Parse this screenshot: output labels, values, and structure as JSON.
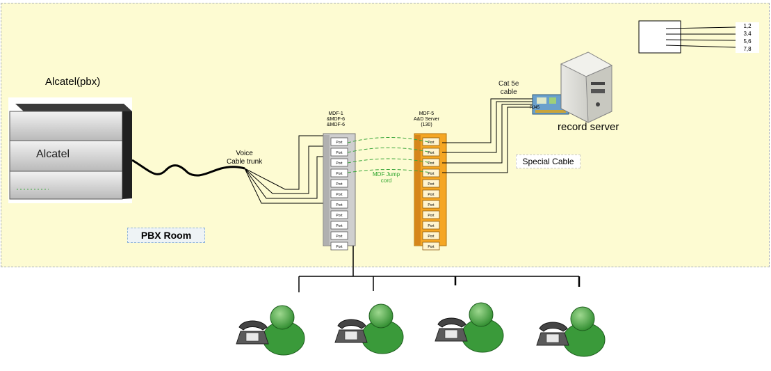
{
  "diagram": {
    "pbx_title": "Alcatel(pbx)",
    "pbx_brand": "Alcatel",
    "voice_trunk": [
      "Voice",
      "Cable trunk"
    ],
    "pbx_room": "PBX Room",
    "mdf_left_heading": [
      "MDF-1",
      "&MDF-6",
      "&MDF-6"
    ],
    "mdf_right_heading": [
      "MDF-5",
      "A&D Server",
      "(130)"
    ],
    "port_label": "Port",
    "jump_cord": [
      "MDF Jump",
      "cord"
    ],
    "cat5e": [
      "Cat 5e",
      "cable"
    ],
    "rj45": "RJ45",
    "record_server": "record server",
    "special_cable": "Special Cable",
    "pin_pairs": [
      "1,2",
      "3,4",
      "5,6",
      "7,8"
    ],
    "colors": {
      "room_fill": "#fdfbd2",
      "jump_line": "#3aa63a",
      "right_panel": "#f5a623",
      "left_panel": "#c8c8c8",
      "user_green": "#3a9a3a"
    }
  }
}
